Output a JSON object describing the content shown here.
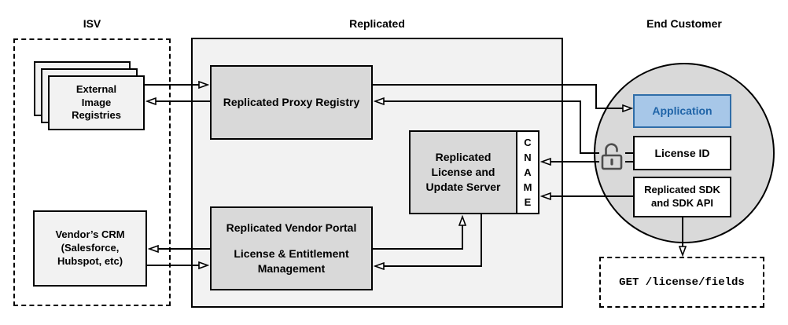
{
  "sections": {
    "isv": {
      "title": "ISV"
    },
    "replicated": {
      "title": "Replicated"
    },
    "end_customer": {
      "title": "End Customer"
    }
  },
  "nodes": {
    "external_registries": {
      "lines": [
        "External",
        "Image",
        "Registries"
      ]
    },
    "vendors_crm": {
      "lines": [
        "Vendor’s CRM",
        "(Salesforce,",
        "Hubspot, etc)"
      ]
    },
    "proxy_registry": {
      "label": "Replicated Proxy Registry"
    },
    "vendor_portal": {
      "title": "Replicated Vendor Portal",
      "subtitle_lines": [
        "License & Entitlement",
        "Management"
      ]
    },
    "license_update_server": {
      "lines": [
        "Replicated",
        "License and",
        "Update Server"
      ],
      "cname_letters": [
        "C",
        "N",
        "A",
        "M",
        "E"
      ]
    },
    "application": {
      "label": "Application"
    },
    "license_id": {
      "label": "License ID"
    },
    "replicated_sdk": {
      "lines": [
        "Replicated SDK",
        "and SDK API"
      ]
    },
    "get_endpoint": {
      "label": "GET /license/fields"
    }
  },
  "icons": {
    "lock": "open-padlock-icon"
  },
  "connections": [
    {
      "from": "external-image-registries",
      "to": "replicated-proxy-registry"
    },
    {
      "from": "replicated-proxy-registry",
      "to": "external-image-registries"
    },
    {
      "from": "replicated-proxy-registry",
      "to": "application"
    },
    {
      "from": "license-id",
      "to": "replicated-proxy-registry"
    },
    {
      "from": "license-id",
      "to": "cname"
    },
    {
      "from": "replicated-sdk",
      "to": "cname"
    },
    {
      "from": "replicated-sdk",
      "to": "get-license-fields"
    },
    {
      "from": "replicated-vendor-portal",
      "to": "vendors-crm"
    },
    {
      "from": "vendors-crm",
      "to": "replicated-vendor-portal"
    },
    {
      "from": "replicated-vendor-portal",
      "to": "license-update-server"
    },
    {
      "from": "license-update-server",
      "to": "replicated-vendor-portal"
    }
  ],
  "colors": {
    "container_fill": "#f2f2f2",
    "node_fill": "#d9d9d9",
    "application_fill": "#a7c7e8",
    "application_border": "#2f6da8",
    "application_text": "#1f64a8",
    "line": "#000000",
    "lock": "#4d4d4d"
  }
}
